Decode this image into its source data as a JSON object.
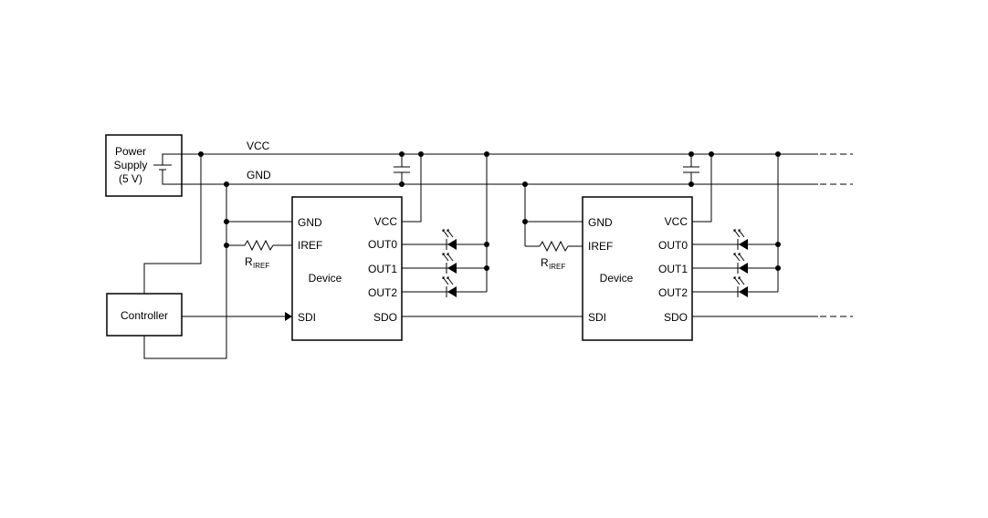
{
  "power_supply": {
    "line1": "Power",
    "line2": "Supply",
    "line3": "(5 V)"
  },
  "rails": {
    "vcc": "VCC",
    "gnd": "GND"
  },
  "controller": {
    "label": "Controller"
  },
  "resistor": {
    "label": "R",
    "subscript": "IREF"
  },
  "devices": [
    {
      "label": "Device",
      "pins_left": [
        "GND",
        "IREF",
        "SDI"
      ],
      "pins_right": [
        "VCC",
        "OUT0",
        "OUT1",
        "OUT2",
        "SDO"
      ]
    },
    {
      "label": "Device",
      "pins_left": [
        "GND",
        "IREF",
        "SDI"
      ],
      "pins_right": [
        "VCC",
        "OUT0",
        "OUT1",
        "OUT2",
        "SDO"
      ]
    }
  ]
}
